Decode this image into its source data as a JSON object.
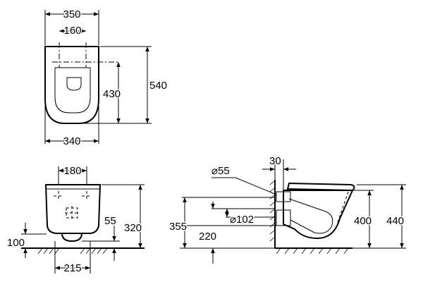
{
  "top_view": {
    "width_outer": "350",
    "hole_spacing": "160",
    "length_total": "540",
    "length_inner": "430",
    "width_front": "340"
  },
  "front_view": {
    "width_top": "180",
    "width_bottom": "215",
    "floor_gap": "100",
    "outlet_height": "55",
    "height": "320"
  },
  "side_view": {
    "wall_thickness": "30",
    "inlet_diameter": "⌀55",
    "outlet_diameter": "⌀102",
    "inlet_height": "355",
    "outlet_height": "220",
    "rim_height": "400",
    "total_height": "440"
  }
}
